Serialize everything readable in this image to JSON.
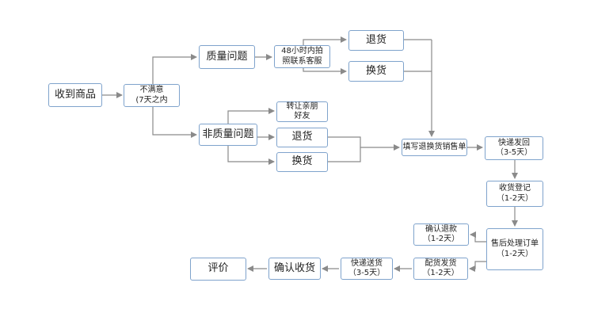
{
  "nodes": {
    "receive_goods": "收到商品",
    "not_satisfied_line1": "不满意",
    "not_satisfied_line2": "(7天之内",
    "quality_issue": "质量问题",
    "contact_cs_line1": "48小时内拍",
    "contact_cs_line2": "照联系客服",
    "return_q": "退货",
    "exchange_q": "换货",
    "non_quality_issue": "非质量问题",
    "transfer_friend_line1": "转让亲朋",
    "transfer_friend_line2": "好友",
    "return_nq": "退货",
    "exchange_nq": "换货",
    "fill_form": "填写退换货销售单",
    "express_back_line1": "快递发回",
    "express_back_line2": "（3-5天）",
    "receive_register_line1": "收货登记",
    "receive_register_line2": "（1-2天）",
    "aftersale_line1": "售后处理订单",
    "aftersale_line2": "（1-2天）",
    "confirm_refund_line1": "确认退款",
    "confirm_refund_line2": "（1-2天）",
    "ship_line1": "配货发货",
    "ship_line2": "（1-2天）",
    "express_deliver_line1": "快递送货",
    "express_deliver_line2": "（3-5天）",
    "confirm_receipt": "确认收货",
    "review": "评价"
  },
  "colors": {
    "box_border": "#7fa3cc",
    "connector": "#8a8a8a"
  }
}
